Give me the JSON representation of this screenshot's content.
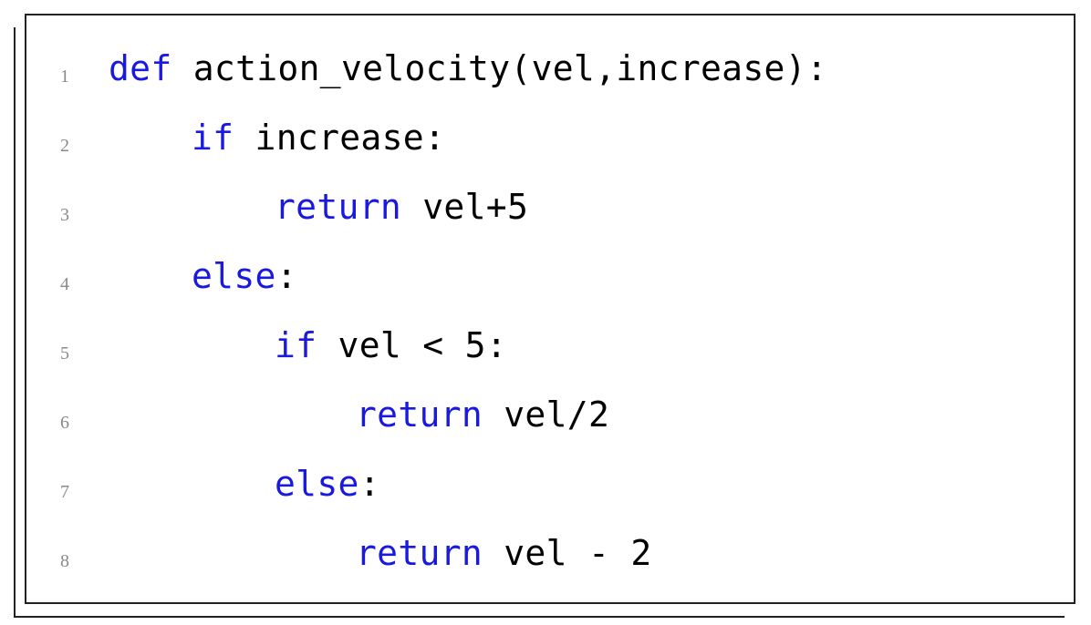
{
  "code": {
    "lines": [
      {
        "number": "1",
        "keyword": "def",
        "text": " action_velocity(vel,increase):"
      },
      {
        "number": "2",
        "keyword": "if",
        "text": " increase:"
      },
      {
        "number": "3",
        "keyword": "return",
        "text": " vel+5"
      },
      {
        "number": "4",
        "keyword": "else",
        "text": ":"
      },
      {
        "number": "5",
        "keyword": "if",
        "text": " vel < 5:"
      },
      {
        "number": "6",
        "keyword": "return",
        "text": " vel/2"
      },
      {
        "number": "7",
        "keyword": "else",
        "text": ":"
      },
      {
        "number": "8",
        "keyword": "return",
        "text": " vel - 2"
      }
    ]
  },
  "colors": {
    "keyword": "#1a1adf",
    "text": "#000000",
    "line_number": "#8a8a8a",
    "border": "#222222"
  }
}
